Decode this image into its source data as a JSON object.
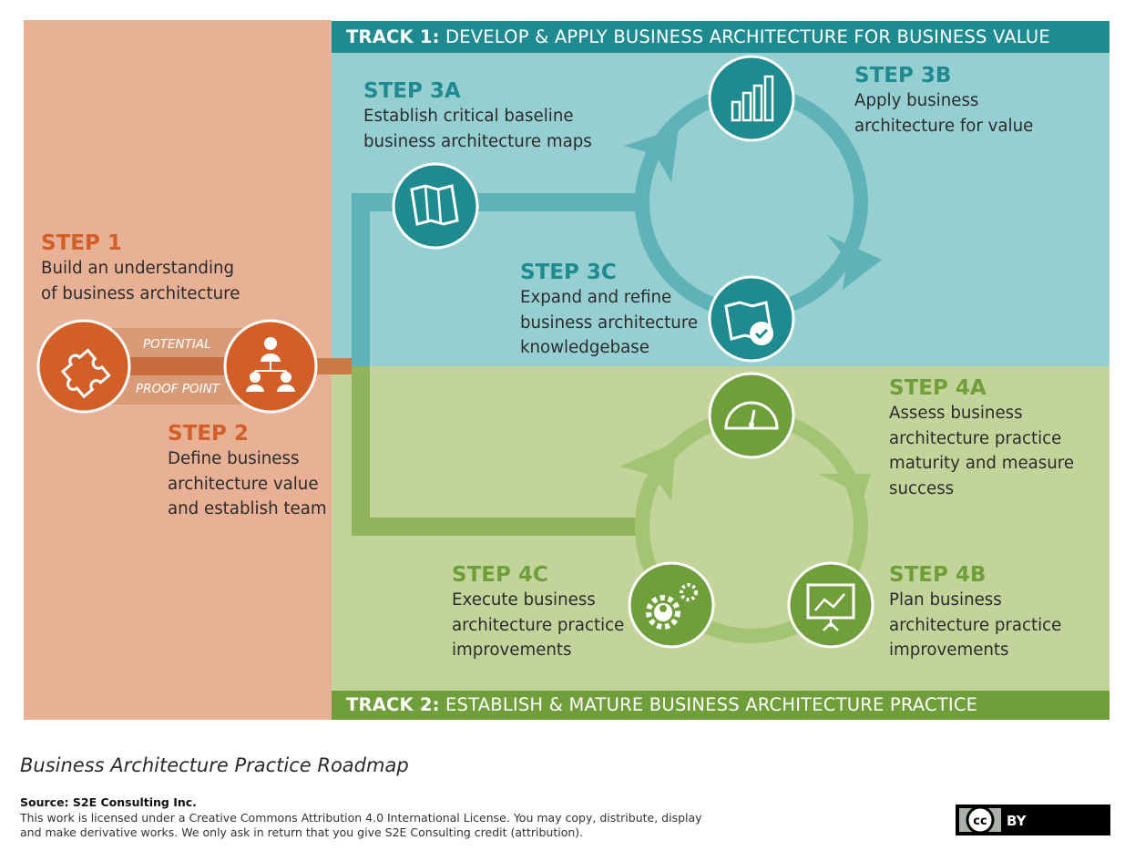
{
  "track1": {
    "label": "TRACK 1:",
    "title": "DEVELOP & APPLY BUSINESS ARCHITECTURE FOR BUSINESS  VALUE"
  },
  "track2": {
    "label": "TRACK 2:",
    "title": "ESTABLISH & MATURE BUSINESS ARCHITECTURE PRACTICE"
  },
  "steps": {
    "s1": {
      "title": "STEP 1",
      "lines": [
        "Build an understanding",
        "of business architecture"
      ]
    },
    "s2": {
      "title": "STEP 2",
      "lines": [
        "Define business",
        "architecture value",
        "and establish team"
      ]
    },
    "s3a": {
      "title": "STEP 3A",
      "lines": [
        "Establish critical baseline",
        "business architecture maps"
      ]
    },
    "s3b": {
      "title": "STEP 3B",
      "lines": [
        "Apply business",
        "architecture for value"
      ]
    },
    "s3c": {
      "title": "STEP 3C",
      "lines": [
        "Expand and refine",
        "business architecture",
        "knowledgebase"
      ]
    },
    "s4a": {
      "title": "STEP 4A",
      "lines": [
        "Assess business",
        "architecture practice",
        "maturity and measure",
        "success"
      ]
    },
    "s4b": {
      "title": "STEP 4B",
      "lines": [
        "Plan business",
        "architecture practice",
        "improvements"
      ]
    },
    "s4c": {
      "title": "STEP 4C",
      "lines": [
        "Execute business",
        "architecture practice",
        "improvements"
      ]
    }
  },
  "pills": {
    "potential": "POTENTIAL",
    "proof_point": "PROOF POINT"
  },
  "icons": {
    "puzzle": "puzzle-icon",
    "team": "org-team-icon",
    "map": "map-icon",
    "bar_chart": "bar-chart-icon",
    "map_check": "map-check-icon",
    "gauge": "gauge-icon",
    "presentation": "presentation-chart-icon",
    "gears": "gears-person-icon"
  },
  "colors": {
    "orange": "#d15f27",
    "orange_panel": "#e8b094",
    "teal": "#1f8a90",
    "teal_panel": "#95cfd2",
    "green": "#6f9e3a",
    "green_panel": "#c3d49b"
  },
  "footer": {
    "caption": "Business Architecture Practice Roadmap",
    "source": "Source: S2E Consulting Inc.",
    "license_line1": "This work is licensed under a Creative Commons Attribution 4.0 International License. You may copy, distribute, display",
    "license_line2": "and make derivative works. We only ask in return that you give S2E Consulting credit (attribution).",
    "badge_cc": "cc",
    "badge_by": "BY"
  }
}
